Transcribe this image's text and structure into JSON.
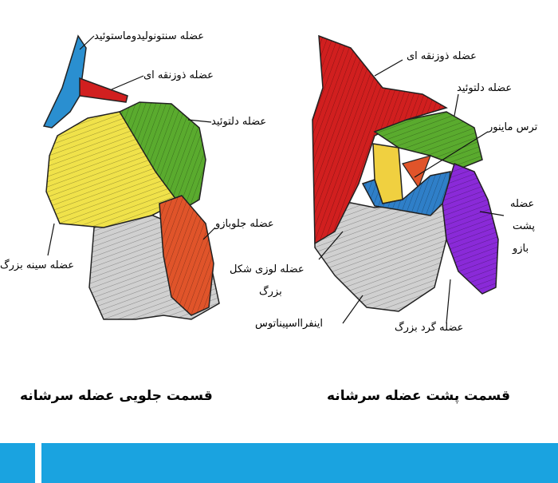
{
  "front_view": {
    "caption": "قسمت جلویی عضله سرشانه",
    "labels": {
      "sternocleidomastoid": "عضله سنتونولیدوماستوئید",
      "trapezius": "عضله ذوزنقه ای",
      "deltoid": "عضله دلتوئید",
      "biceps": "عضله جلوبازو",
      "pectoralis": "عضله سینه بزرگ"
    }
  },
  "back_view": {
    "caption": "قسمت پشت عضله سرشانه",
    "labels": {
      "trapezius": "عضله ذوزنقه ای",
      "deltoid": "عضله دلتوئید",
      "teres_minor": "ترس ماینور",
      "triceps_line1": "عضله",
      "triceps_line2": "پشت",
      "triceps_line3": "بازو",
      "rhomboid_line1": "عضله لوزی شکل",
      "rhomboid_line2": "بزرگ",
      "infraspinatus": "اینفرااسپیناتوس",
      "teres_major": "عضله گرد بزرگ"
    }
  },
  "colors": {
    "trapezius": "#d11f1f",
    "deltoid": "#5aab2e",
    "pectoralis": "#f0e24a",
    "biceps": "#e0542a",
    "sternocleidomastoid": "#2a8fd0",
    "teres_minor": "#f0d040",
    "infraspinatus": "#2f7fc8",
    "triceps": "#8a2ad8",
    "rib_gray": "#cccccc",
    "footer_bar": "#1aa3e0"
  }
}
